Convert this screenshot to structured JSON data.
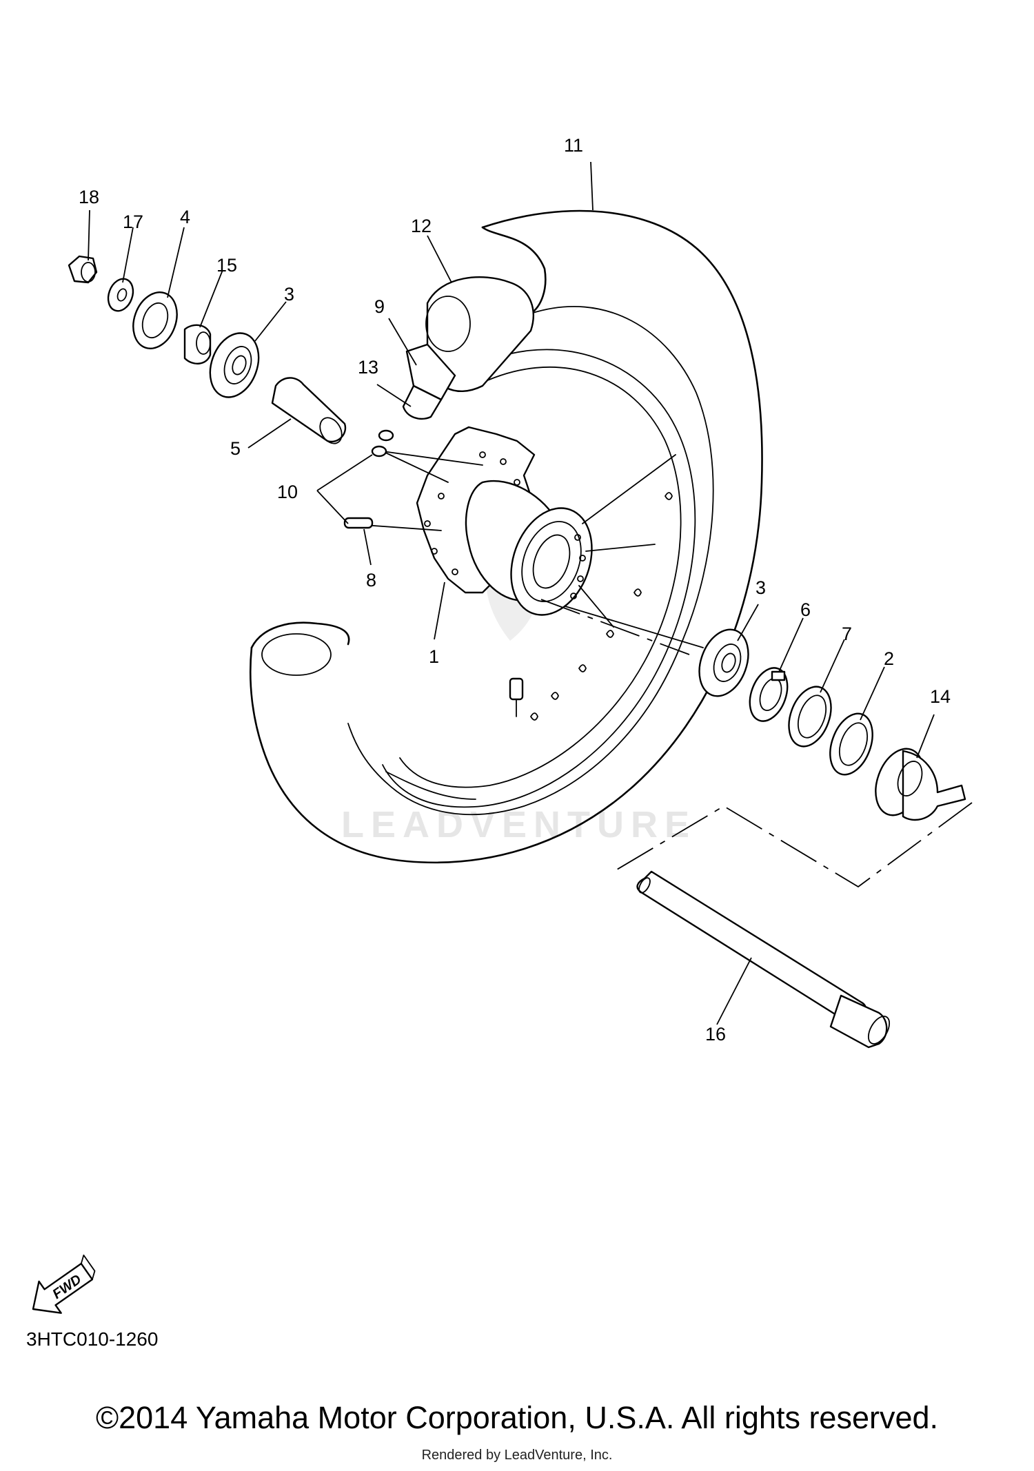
{
  "diagram": {
    "callouts": {
      "c1": "1",
      "c2": "2",
      "c3a": "3",
      "c3b": "3",
      "c4": "4",
      "c5": "5",
      "c6": "6",
      "c7": "7",
      "c8": "8",
      "c9": "9",
      "c10": "10",
      "c11": "11",
      "c12": "12",
      "c13": "13",
      "c14": "14",
      "c15": "15",
      "c16": "16",
      "c17": "17",
      "c18": "18"
    },
    "fwd_badge": "FWD",
    "watermark": "LEADVENTURE",
    "diagram_code": "3HTC010-1260"
  },
  "footer": {
    "copyright": "©2014 Yamaha Motor Corporation, U.S.A. All rights reserved.",
    "render_credit": "Rendered by LeadVenture, Inc."
  }
}
